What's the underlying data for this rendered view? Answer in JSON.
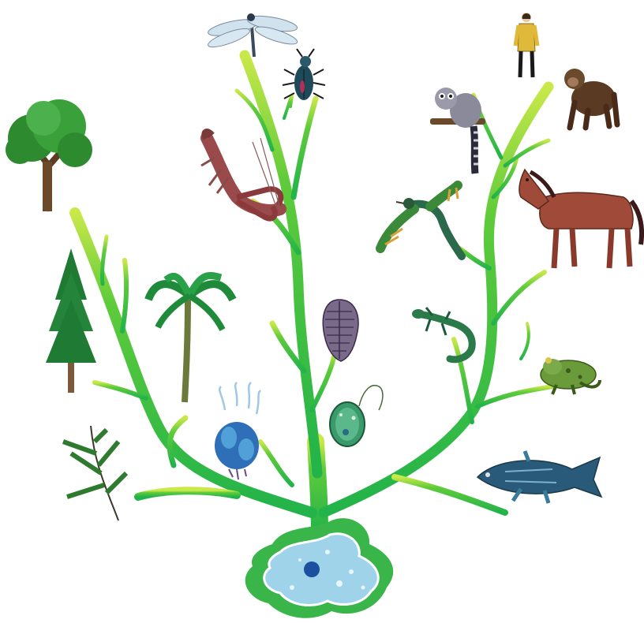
{
  "scene": {
    "kind": "tree-of-life illustration",
    "background_color": "#ffffff",
    "branch_color": "#2fbf3a",
    "branch_highlight_color": "#c9e84a",
    "cell_outer_color": "#3ab54a",
    "cell_inner_color": "#9fd3ea",
    "nucleus_color": "#1b4fa0"
  },
  "organisms": [
    {
      "id": "amoeba",
      "icon": "amoeba-cell-icon"
    },
    {
      "id": "fern",
      "icon": "fern-icon"
    },
    {
      "id": "conifer",
      "icon": "conifer-tree-icon"
    },
    {
      "id": "palm",
      "icon": "palm-tree-icon"
    },
    {
      "id": "broadleaf-tree",
      "icon": "broadleaf-tree-icon"
    },
    {
      "id": "algae",
      "icon": "algae-icon"
    },
    {
      "id": "protozoan",
      "icon": "protozoan-icon"
    },
    {
      "id": "trilobite",
      "icon": "trilobite-icon"
    },
    {
      "id": "crayfish",
      "icon": "crayfish-icon"
    },
    {
      "id": "beetle",
      "icon": "beetle-icon"
    },
    {
      "id": "dragonfly",
      "icon": "dragonfly-icon"
    },
    {
      "id": "coelacanth",
      "icon": "fish-icon"
    },
    {
      "id": "frog",
      "icon": "frog-icon"
    },
    {
      "id": "lizard",
      "icon": "lizard-icon"
    },
    {
      "id": "archaeopteryx",
      "icon": "bird-icon"
    },
    {
      "id": "horse",
      "icon": "horse-icon"
    },
    {
      "id": "lemur",
      "icon": "lemur-icon"
    },
    {
      "id": "chimpanzee",
      "icon": "chimpanzee-icon"
    },
    {
      "id": "human",
      "icon": "human-icon"
    }
  ]
}
